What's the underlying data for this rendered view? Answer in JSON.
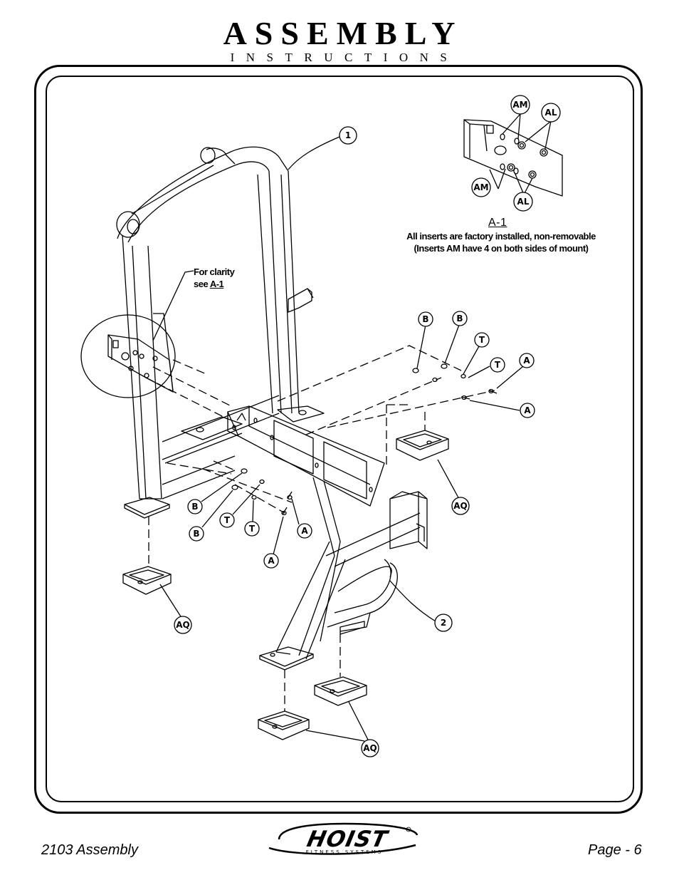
{
  "header": {
    "title": "ASSEMBLY",
    "subtitle": "INSTRUCTIONS"
  },
  "detail": {
    "label": "A-1",
    "note_line1": "All inserts are factory installed, non-removable",
    "note_line2": "(Inserts AM have 4 on both sides of mount)"
  },
  "clarity": {
    "line1": "For clarity",
    "line2_prefix": "see ",
    "line2_ref": "A-1"
  },
  "callouts": {
    "am": "AM",
    "al": "AL",
    "part1": "1",
    "part2": "2",
    "b": "B",
    "t": "T",
    "a": "A",
    "aq": "AQ"
  },
  "footer": {
    "left": "2103 Assembly",
    "right": "Page - 6"
  },
  "logo": {
    "brand": "HOIST",
    "tagline": "FITNESS SYSTEMS"
  }
}
